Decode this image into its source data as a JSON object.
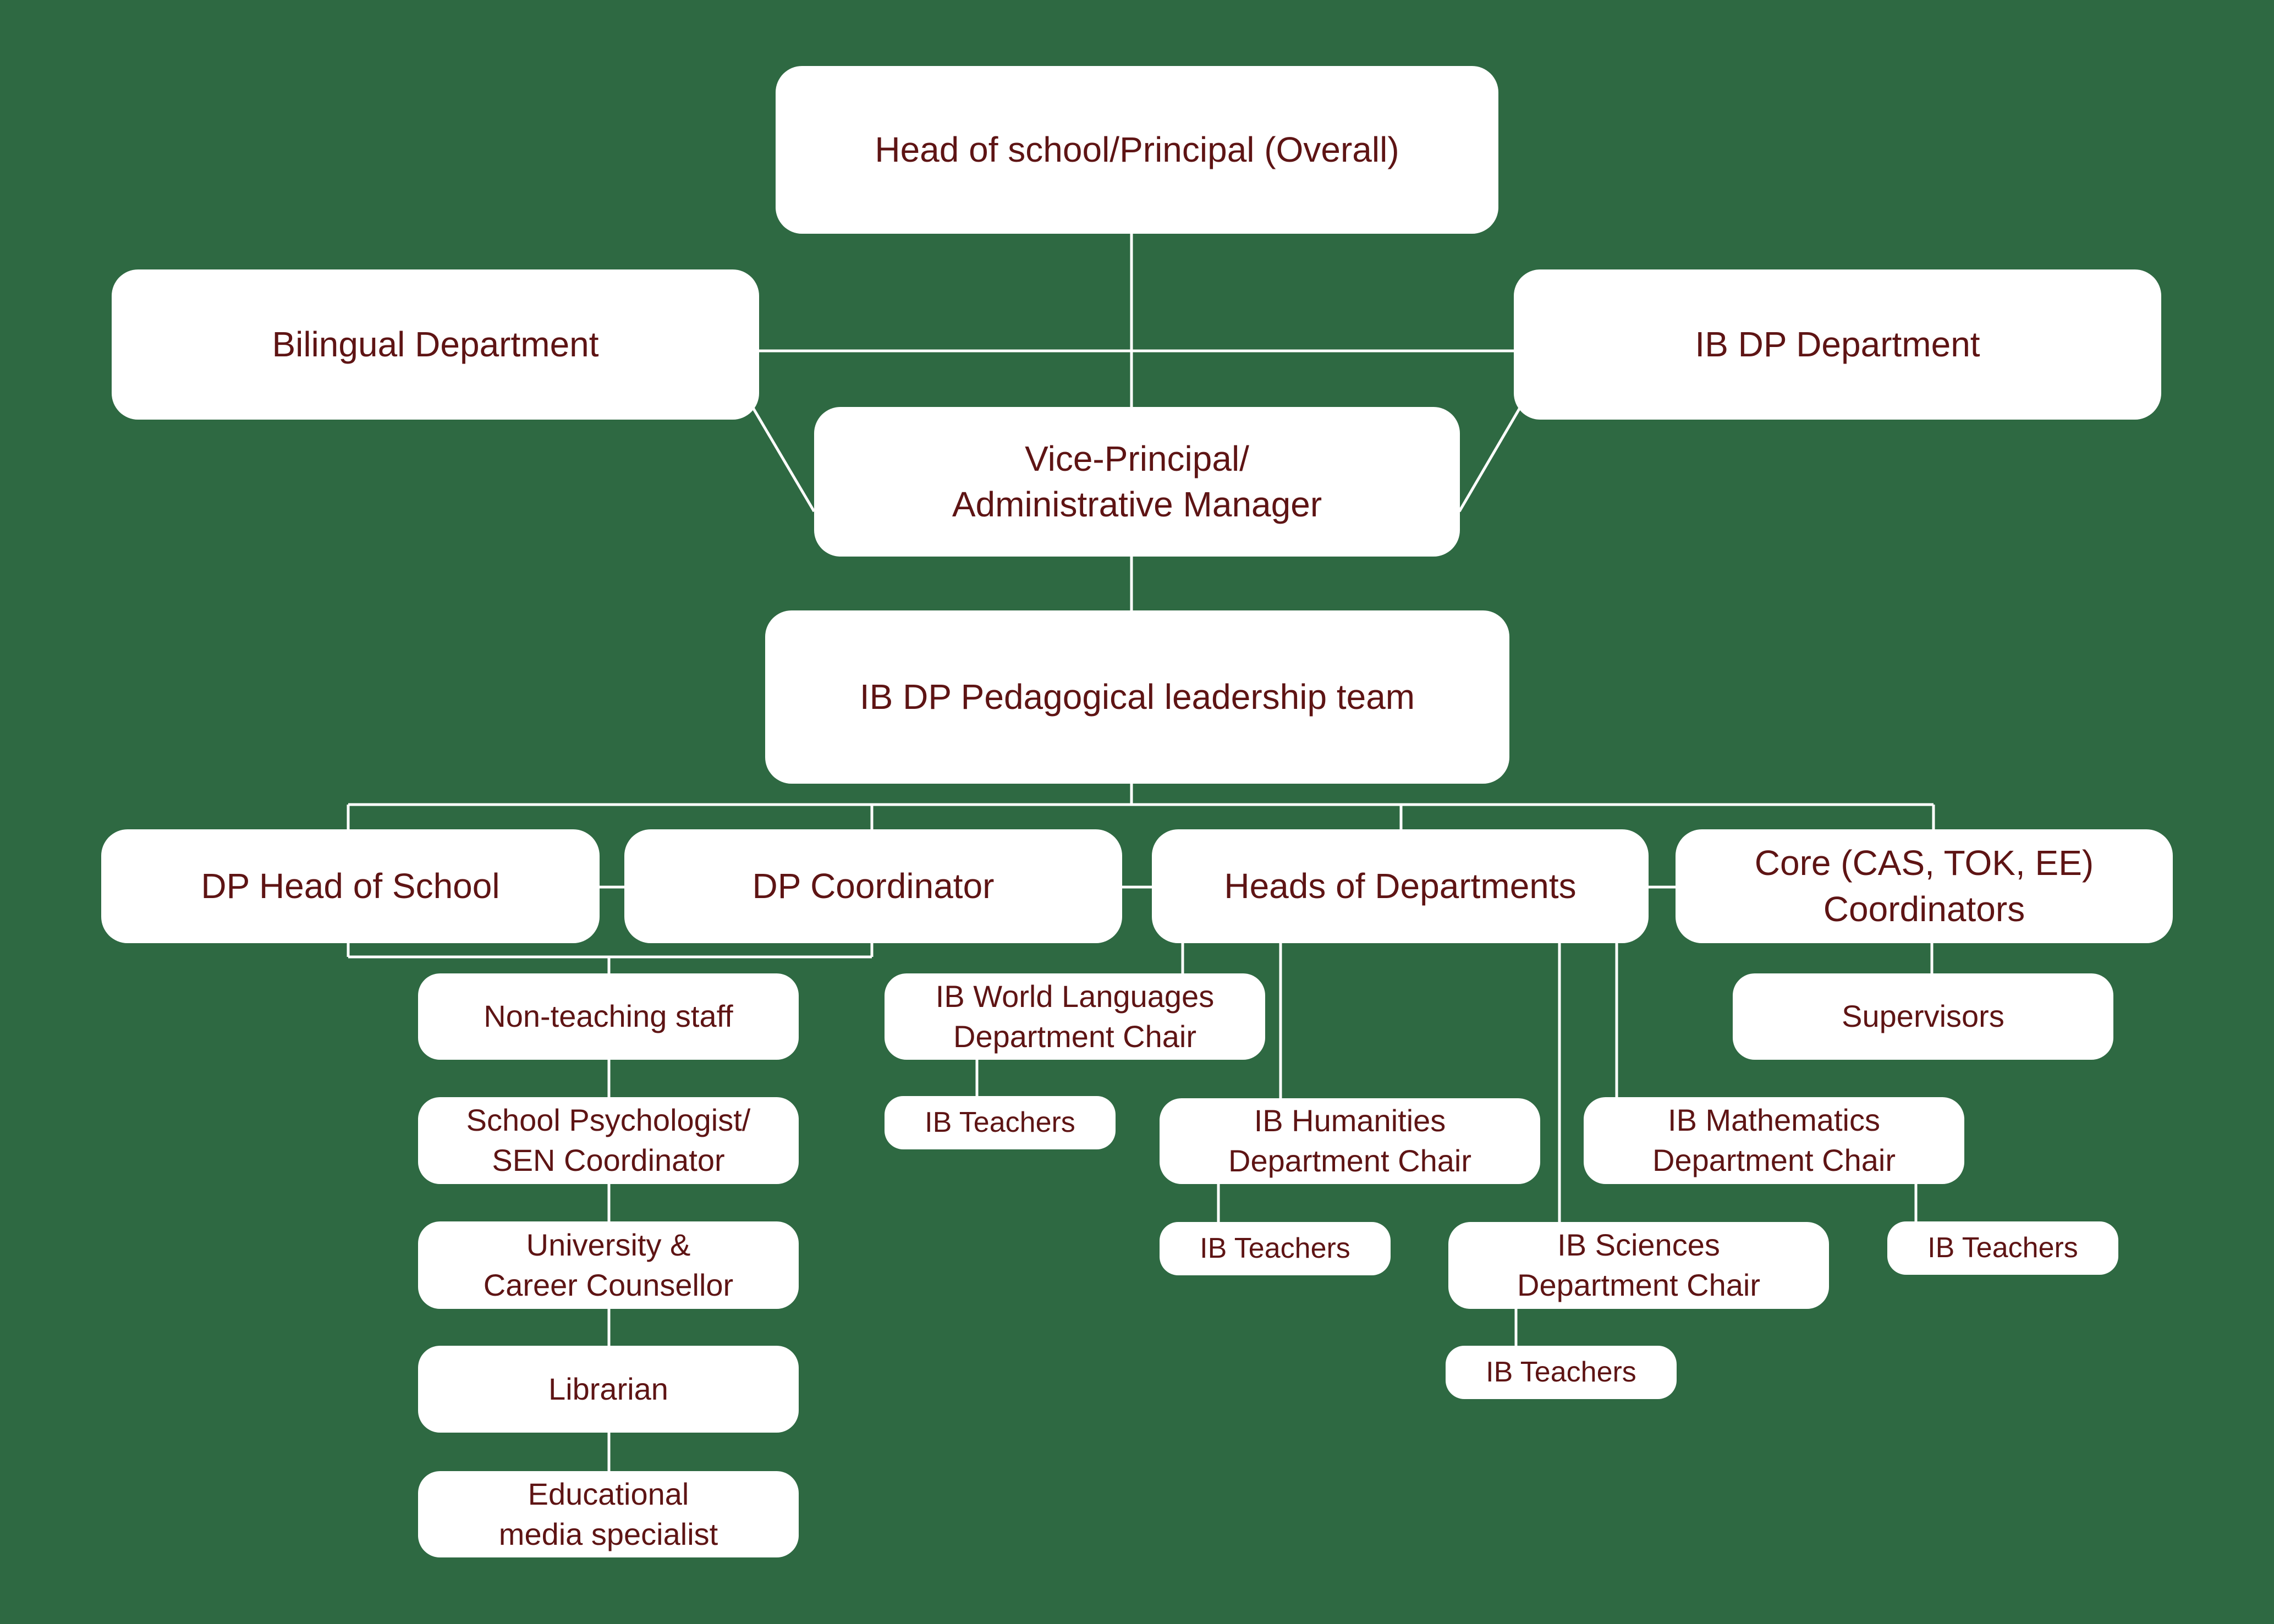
{
  "nodes": {
    "head": "Head of school/Principal (Overall)",
    "bilingual": "Bilingual Department",
    "ibdp": "IB DP Department",
    "vp_line1": "Vice-Principal/",
    "vp_line2": "Administrative Manager",
    "pedagogical": "IB DP Pedagogical leadership team",
    "dp_head": "DP Head of School",
    "dp_coord": "DP Coordinator",
    "heads_dept": "Heads of Departments",
    "core_line1": "Core (CAS, TOK, EE)",
    "core_line2": "Coordinators",
    "nonteaching": "Non-teaching staff",
    "psych_line1": "School Psychologist/",
    "psych_line2": "SEN Coordinator",
    "univ_line1": "University &",
    "univ_line2": "Career Counsellor",
    "librarian": "Librarian",
    "media_line1": "Educational",
    "media_line2": "media specialist",
    "worldlang_line1": "IB World Languages",
    "worldlang_line2": "Department Chair",
    "humanities_line1": "IB Humanities",
    "humanities_line2": "Department Chair",
    "sciences_line1": "IB Sciences",
    "sciences_line2": "Department Chair",
    "math_line1": "IB Mathematics",
    "math_line2": "Department Chair",
    "supervisors": "Supervisors",
    "teachers_lang": "IB Teachers",
    "teachers_hum": "IB Teachers",
    "teachers_sci": "IB Teachers",
    "teachers_math": "IB Teachers"
  },
  "colors": {
    "background": "#2e6942",
    "box": "#ffffff",
    "text": "#5e1414",
    "connector": "#ffffff"
  }
}
